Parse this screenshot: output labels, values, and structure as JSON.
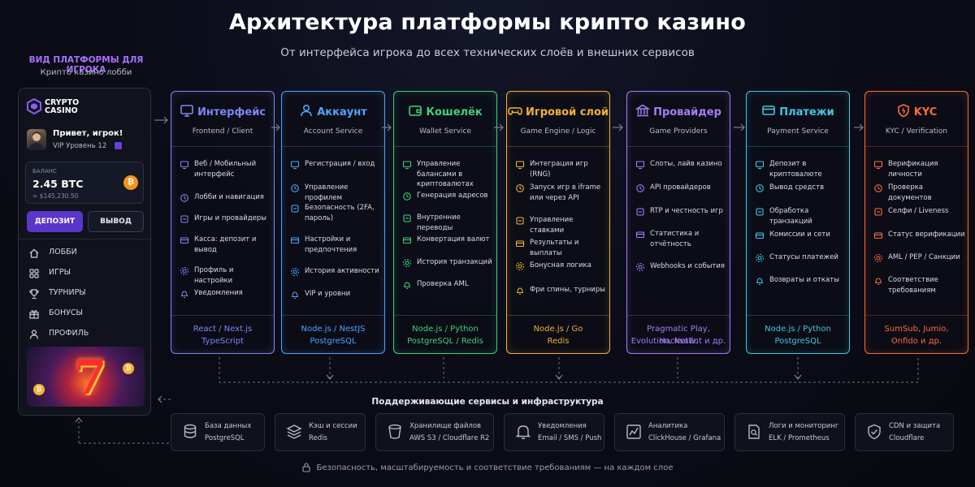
{
  "header": {
    "title": "Архитектура платформы крипто казино",
    "subtitle": "От интерфейса игрока до всех технических слоёв и внешних сервисов"
  },
  "player": {
    "caption": "ВИД ПЛАТФОРМЫ ДЛЯ ИГРОКА",
    "caption_sub": "Крипто казино лобби",
    "logo_line1": "CRYPTO",
    "logo_line2": "CASINO",
    "greeting": "Привет, игрок!",
    "vip": "VIP Уровень 12",
    "balance_label": "БАЛАНС",
    "balance_amount": "2.45 BTC",
    "balance_usd": "≈ $145,230.50",
    "btc_symbol": "₿",
    "deposit_label": "ДЕПОЗИТ",
    "withdraw_label": "ВЫВОД",
    "nav": [
      {
        "label": "ЛОББИ",
        "icon": "home-icon"
      },
      {
        "label": "ИГРЫ",
        "icon": "grid-icon"
      },
      {
        "label": "ТУРНИРЫ",
        "icon": "trophy-icon"
      },
      {
        "label": "БОНУСЫ",
        "icon": "gift-icon"
      },
      {
        "label": "ПРОФИЛЬ",
        "icon": "user-icon"
      }
    ],
    "banner_seven": "7",
    "banner_coin_1": "₿",
    "banner_coin_2": "₿"
  },
  "columns": [
    {
      "title": "Интерфейс",
      "subtitle": "Frontend / Client",
      "color": "#7d86f5",
      "icon": "monitor-icon",
      "items": [
        "Веб / Мобильный интерфейс",
        "Лобби и навигация",
        "Игры и провайдеры",
        "Касса: депозит и вывод",
        "Профиль и настройки",
        "Уведомления"
      ],
      "tech": [
        "React / Next.js",
        "TypeScript"
      ]
    },
    {
      "title": "Аккаунт",
      "subtitle": "Account Service",
      "color": "#4fa3ff",
      "icon": "user-icon",
      "items": [
        "Регистрация / вход",
        "Управление профилем",
        "Безопасность (2FA, пароль)",
        "Настройки и предпочтения",
        "История активности",
        "VIP и уровни"
      ],
      "tech": [
        "Node.js / NestJS",
        "PostgreSQL"
      ]
    },
    {
      "title": "Кошелёк",
      "subtitle": "Wallet Service",
      "color": "#3fd17a",
      "icon": "wallet-icon",
      "items": [
        "Управление балансами в криптовалютах",
        "Генерация адресов",
        "Внутренние переводы",
        "Конвертация валют",
        "История транзакций",
        "Проверка AML"
      ],
      "tech": [
        "Node.js / Python",
        "PostgreSQL / Redis"
      ]
    },
    {
      "title": "Игровой слой",
      "subtitle": "Game Engine / Logic",
      "color": "#f2b233",
      "icon": "gamepad-icon",
      "items": [
        "Интеграция игр (RNG)",
        "Запуск игр в iframe или через API",
        "Управление ставками",
        "Результаты и выплаты",
        "Бонусная логика",
        "Фри спины, турниры"
      ],
      "tech": [
        "Node.js / Go",
        "Redis"
      ]
    },
    {
      "title": "Провайдер",
      "subtitle": "Game Providers",
      "color": "#a77df7",
      "icon": "bank-icon",
      "items": [
        "Слоты, лайв казино",
        "API провайдеров",
        "RTP и честность игр",
        "Статистика и отчётность",
        "Webhooks и события"
      ],
      "tech": [
        "Pragmatic Play, Hacksaw,",
        "Evolution, NetEnt и др."
      ]
    },
    {
      "title": "Платежи",
      "subtitle": "Payment Service",
      "color": "#3fc6e6",
      "icon": "card-icon",
      "items": [
        "Депозит в криптовалюте",
        "Вывод средств",
        "Обработка транзакций",
        "Комиссии и сети",
        "Статусы платежей",
        "Возвраты и откаты"
      ],
      "tech": [
        "Node.js / Python",
        "PostgreSQL"
      ]
    },
    {
      "title": "KYC",
      "subtitle": "KYC / Verification",
      "color": "#ff6a3d",
      "icon": "shield-icon",
      "items": [
        "Верификация личности",
        "Проверка документов",
        "Селфи / Liveness",
        "Статус верификации",
        "AML / PEP / Санкции",
        "Соответствие требованиям"
      ],
      "tech": [
        "SumSub, Jumio,",
        "Onfido и др."
      ]
    }
  ],
  "support": {
    "title": "Поддерживающие сервисы и инфраструктура",
    "services": [
      {
        "l1": "База данных",
        "l2": "PostgreSQL",
        "icon": "database-icon"
      },
      {
        "l1": "Кэш и сессии",
        "l2": "Redis",
        "icon": "layers-icon"
      },
      {
        "l1": "Хранилище файлов",
        "l2": "AWS S3 / Cloudflare R2",
        "icon": "bucket-icon"
      },
      {
        "l1": "Уведомления",
        "l2": "Email / SMS / Push",
        "icon": "bell-icon"
      },
      {
        "l1": "Аналитика",
        "l2": "ClickHouse / Grafana",
        "icon": "chart-icon"
      },
      {
        "l1": "Логи и мониторинг",
        "l2": "ELK / Prometheus",
        "icon": "log-search-icon"
      },
      {
        "l1": "CDN и защита",
        "l2": "Cloudflare",
        "icon": "shield-check-icon"
      }
    ]
  },
  "footer": "Безопасность, масштабируемость и соответствие требованиям — на каждом слое"
}
